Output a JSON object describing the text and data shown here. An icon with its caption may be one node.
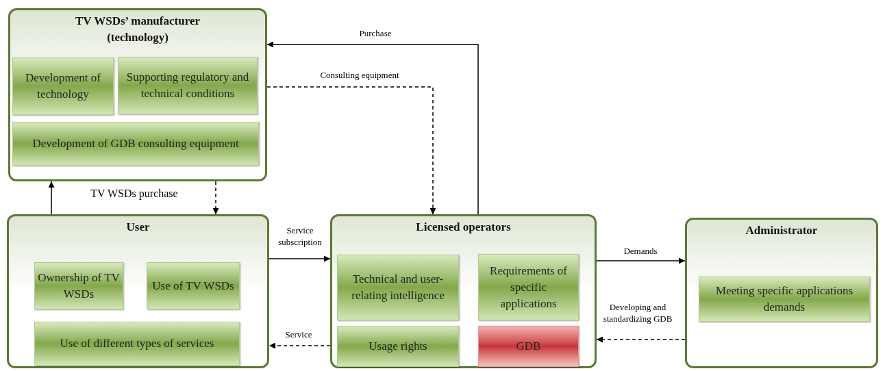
{
  "diagram": {
    "nodes": [
      {
        "text": [
          "TV WSDs’ manufacturer (technology)"
        ]
      },
      {
        "text": [
          "Development of technology"
        ],
        "in": 0
      },
      {
        "text": [
          "Supporting regulatory and technical conditions"
        ],
        "in": 0
      },
      {
        "text": [
          "Development of GDB consulting equipment"
        ],
        "in": 0
      },
      {
        "text": [
          "User"
        ]
      },
      {
        "text": [
          "Ownership of TV WSDs"
        ],
        "in": 4
      },
      {
        "text": [
          "Use of TV WSDs"
        ],
        "in": 4
      },
      {
        "text": [
          "Use of different types of services"
        ],
        "in": 4
      },
      {
        "text": [
          "Licensed operators"
        ]
      },
      {
        "text": [
          "Technical and user-relating intelligence"
        ],
        "in": 8
      },
      {
        "text": [
          "Requirements of specific applications"
        ],
        "in": 8
      },
      {
        "text": [
          "Usage rights"
        ],
        "in": 8
      },
      {
        "text": [
          "GDB"
        ],
        "in": 8
      },
      {
        "text": [
          "Administrator"
        ]
      },
      {
        "text": [
          "Meeting specific applications demands"
        ],
        "in": 13
      }
    ],
    "edges": [
      {
        "from": 8,
        "to": 0,
        "arrow": "to",
        "label": "Purchase"
      },
      {
        "from": 0,
        "to": 8,
        "arrow": "to",
        "label": "Consulting equipment",
        "style": "dashed"
      },
      {
        "from": 4,
        "to": 0,
        "arrow": "to",
        "label": "TV WSDs purchase"
      },
      {
        "from": 0,
        "to": 4,
        "arrow": "to",
        "style": "dashed"
      },
      {
        "from": 4,
        "to": 8,
        "arrow": "to",
        "label": "Service subscription"
      },
      {
        "from": 8,
        "to": 4,
        "arrow": "to",
        "label": "Service",
        "style": "dashed"
      },
      {
        "from": 8,
        "to": 13,
        "arrow": "to",
        "label": "Demands"
      },
      {
        "from": 13,
        "to": 8,
        "arrow": "to",
        "label": "Developing and standardizing GDB",
        "style": "dashed"
      }
    ]
  }
}
